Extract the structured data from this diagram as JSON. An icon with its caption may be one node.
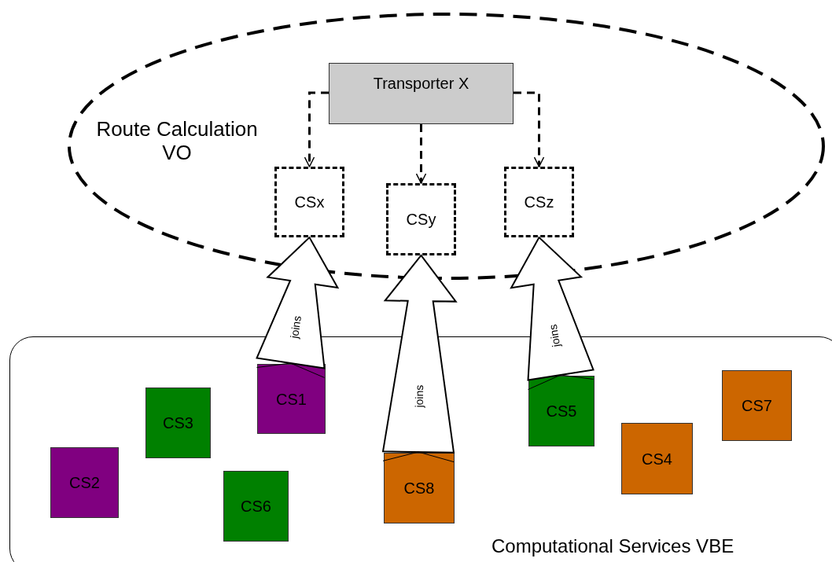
{
  "diagram": {
    "nodes": [
      {
        "text": [
          "Route Calculation VO"
        ]
      },
      {
        "text": [
          "Transporter X"
        ],
        "in": 0
      },
      {
        "text": [
          "CSx"
        ],
        "in": 0
      },
      {
        "text": [
          "CSy"
        ],
        "in": 0
      },
      {
        "text": [
          "CSz"
        ],
        "in": 0
      },
      {
        "text": [
          "Computational Services VBE"
        ]
      },
      {
        "text": [
          "CS1"
        ],
        "in": 5
      },
      {
        "text": [
          "CS7"
        ],
        "in": 5
      },
      {
        "text": [
          "CS5"
        ],
        "in": 5
      },
      {
        "text": [
          "CS3"
        ],
        "in": 5
      },
      {
        "text": [
          "CS4"
        ],
        "in": 5
      },
      {
        "text": [
          "CS2"
        ],
        "in": 5
      },
      {
        "text": [
          "CS8"
        ],
        "in": 5
      },
      {
        "text": [
          "CS6"
        ],
        "in": 5
      }
    ],
    "edges": [
      {
        "from": 1,
        "to": 2,
        "arrow": "to",
        "style": "dashed"
      },
      {
        "from": 1,
        "to": 3,
        "arrow": "to",
        "style": "dashed"
      },
      {
        "from": 1,
        "to": 4,
        "arrow": "to",
        "style": "dashed"
      },
      {
        "from": 6,
        "to": 2,
        "arrow": "to",
        "style": "thick",
        "label": "joins"
      },
      {
        "from": 12,
        "to": 3,
        "arrow": "to",
        "style": "thick",
        "label": "joins"
      },
      {
        "from": 8,
        "to": 4,
        "arrow": "to",
        "style": "thick",
        "label": "joins"
      }
    ]
  }
}
